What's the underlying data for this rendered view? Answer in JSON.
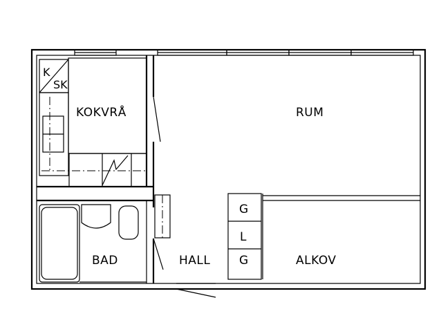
{
  "rooms": {
    "kitchen_stove": "K",
    "kitchen_cabinet": "SK",
    "kitchen_nook": "KOKVRÅ",
    "main_room": "RUM",
    "bathroom": "BAD",
    "hall": "HALL",
    "alcove": "ALKOV"
  },
  "wardrobe": {
    "top": "G",
    "middle": "L",
    "bottom": "G"
  }
}
